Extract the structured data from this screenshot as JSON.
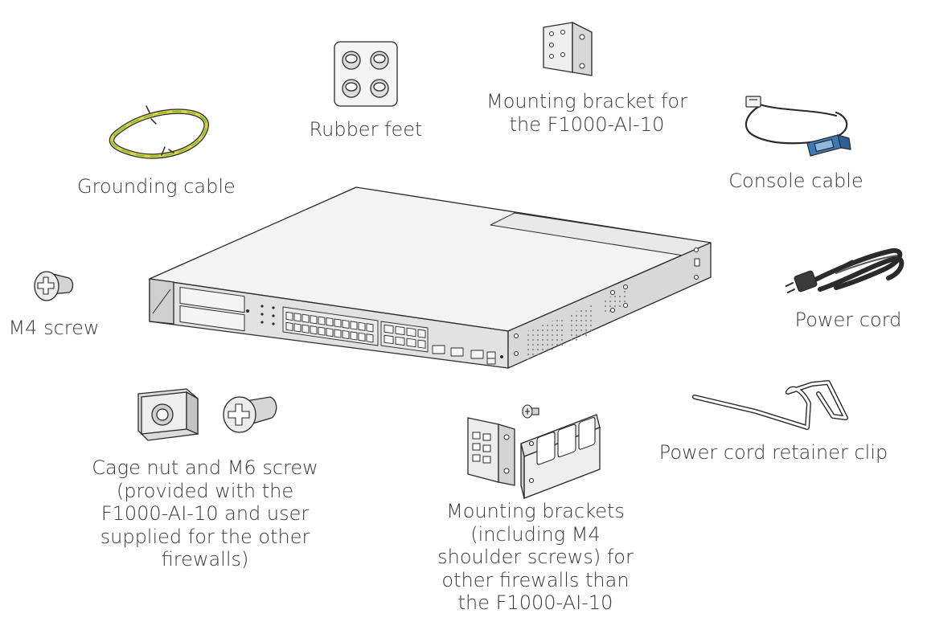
{
  "accessories": {
    "grounding_cable": {
      "name": "grounding-cable",
      "label": [
        "Grounding cable"
      ]
    },
    "rubber_feet": {
      "name": "rubber-feet",
      "label": [
        "Rubber feet"
      ]
    },
    "mounting_bracket_f1000": {
      "name": "mounting-bracket-f1000",
      "label": [
        "Mounting bracket for",
        "the F1000-AI-10"
      ]
    },
    "console_cable": {
      "name": "console-cable",
      "label": [
        "Console cable"
      ]
    },
    "m4_screw": {
      "name": "m4-screw",
      "label": [
        "M4 screw"
      ]
    },
    "power_cord": {
      "name": "power-cord",
      "label": [
        "Power cord"
      ]
    },
    "cage_nut_m6": {
      "name": "cage-nut-m6-screw",
      "label": [
        "Cage nut and M6 screw",
        "(provided with the",
        "F1000-AI-10 and user",
        "supplied for the other",
        "firewalls)"
      ]
    },
    "mounting_brackets_other": {
      "name": "mounting-brackets-other",
      "label": [
        "Mounting brackets",
        "(including M4",
        "shoulder screws) for",
        "other firewalls  than",
        "the F1000-AI-10"
      ]
    },
    "retainer_clip": {
      "name": "power-cord-retainer-clip",
      "label": [
        "Power cord retainer clip"
      ]
    }
  },
  "colors": {
    "stroke": "#2a2a2a",
    "text": "#3a3a3a",
    "device_top": "#f2f2f2",
    "device_front": "#e0e0e0",
    "device_side": "#d6d6d6",
    "ground_wire_yellow": "#d9d24a",
    "ground_wire_green": "#7dbb3a",
    "console_blue": "#3d78b8"
  }
}
